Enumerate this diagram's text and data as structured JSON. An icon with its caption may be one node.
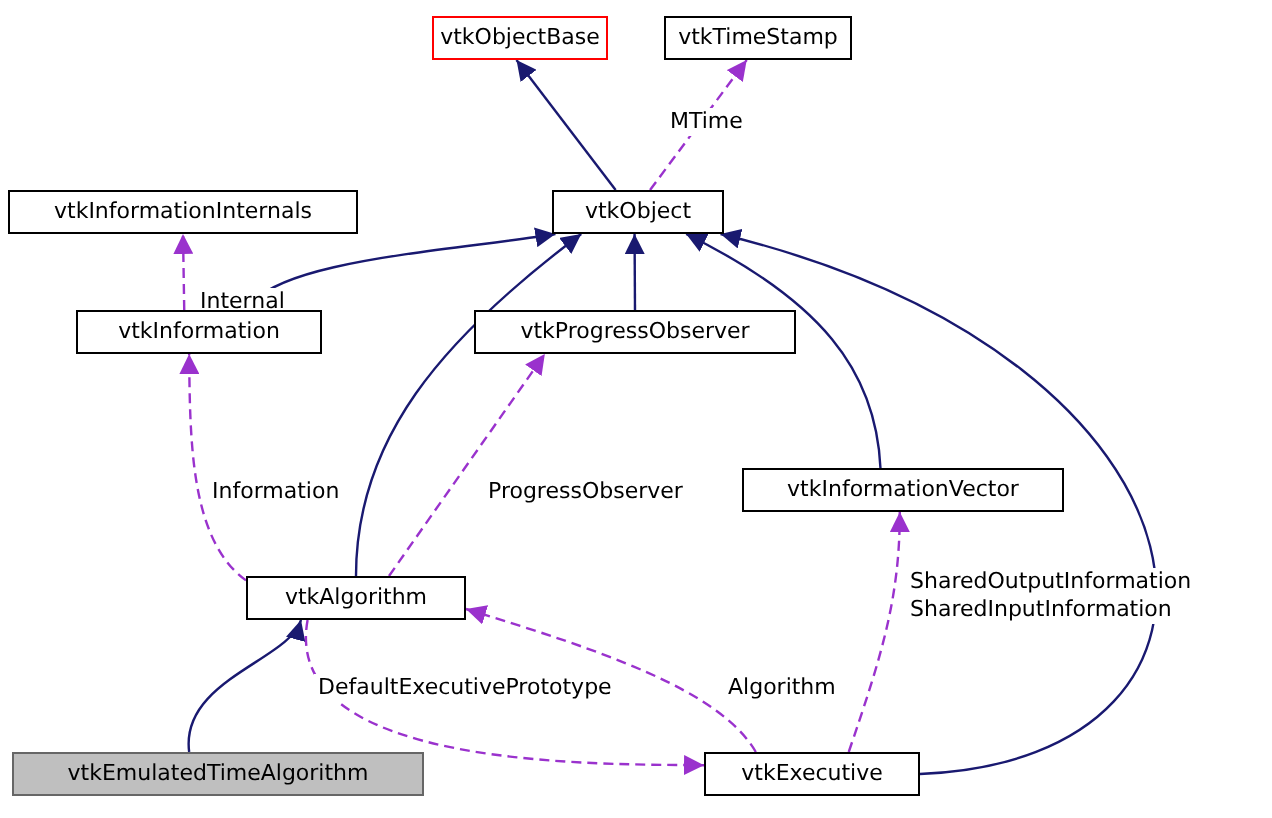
{
  "diagram": {
    "nodes": [
      {
        "text": [
          "vtkObjectBase"
        ]
      },
      {
        "text": [
          "vtkTimeStamp"
        ]
      },
      {
        "text": [
          "vtkInformationInternals"
        ]
      },
      {
        "text": [
          "vtkObject"
        ]
      },
      {
        "text": [
          "vtkInformation"
        ]
      },
      {
        "text": [
          "vtkProgressObserver"
        ]
      },
      {
        "text": [
          "vtkInformationVector"
        ]
      },
      {
        "text": [
          "vtkAlgorithm"
        ]
      },
      {
        "text": [
          "vtkEmulatedTimeAlgorithm"
        ]
      },
      {
        "text": [
          "vtkExecutive"
        ]
      }
    ],
    "edges": [
      {
        "from": 3,
        "to": 0,
        "arrow": "to"
      },
      {
        "from": 3,
        "to": 1,
        "arrow": "to",
        "label": "MTime",
        "style": "dashed",
        "color": "#9a32cd"
      },
      {
        "from": 4,
        "to": 3,
        "arrow": "to"
      },
      {
        "from": 5,
        "to": 3,
        "arrow": "to"
      },
      {
        "from": 6,
        "to": 3,
        "arrow": "to"
      },
      {
        "from": 7,
        "to": 3,
        "arrow": "to"
      },
      {
        "from": 9,
        "to": 3,
        "arrow": "to"
      },
      {
        "from": 4,
        "to": 2,
        "arrow": "to",
        "label": "Internal",
        "style": "dashed",
        "color": "#9a32cd"
      },
      {
        "from": 7,
        "to": 4,
        "arrow": "to",
        "label": "Information",
        "style": "dashed",
        "color": "#9a32cd"
      },
      {
        "from": 7,
        "to": 5,
        "arrow": "to",
        "label": "ProgressObserver",
        "style": "dashed",
        "color": "#9a32cd"
      },
      {
        "from": 8,
        "to": 7,
        "arrow": "to"
      },
      {
        "from": 9,
        "to": 7,
        "arrow": "to",
        "label": "Algorithm",
        "style": "dashed",
        "color": "#9a32cd"
      },
      {
        "from": 7,
        "to": 9,
        "arrow": "to",
        "label": "DefaultExecutivePrototype",
        "style": "dashed",
        "color": "#9a32cd"
      },
      {
        "from": 9,
        "to": 6,
        "arrow": "to",
        "label": "SharedOutputInformation SharedInputInformation",
        "style": "dashed",
        "color": "#9a32cd"
      }
    ]
  }
}
